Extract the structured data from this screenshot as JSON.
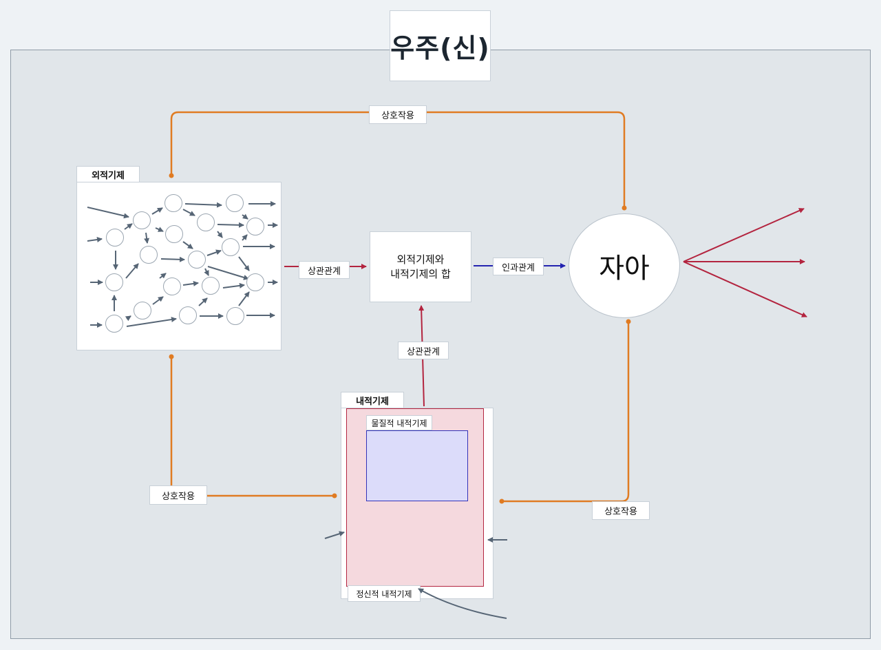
{
  "title": "우주(신)",
  "external": {
    "label": "외적기제"
  },
  "internal": {
    "label": "내적기제",
    "material_label": "물질적 내적기제",
    "mental_label": "정신적 내적기제"
  },
  "sum": {
    "line1": "외적기제와",
    "line2": "내적기제의 합"
  },
  "self": {
    "label": "자아"
  },
  "relations": {
    "top": "상호작용",
    "left": "상호작용",
    "right": "상호작용",
    "corr_horizontal": "상관관계",
    "corr_vertical": "상관관계",
    "causal": "인과관계"
  },
  "colors": {
    "interaction": "#e07b22",
    "correlation": "#b3243f",
    "causal": "#2323b0",
    "network": "#566575",
    "material_fill": "#dcdcfa",
    "mental_fill": "#f5d9de"
  }
}
